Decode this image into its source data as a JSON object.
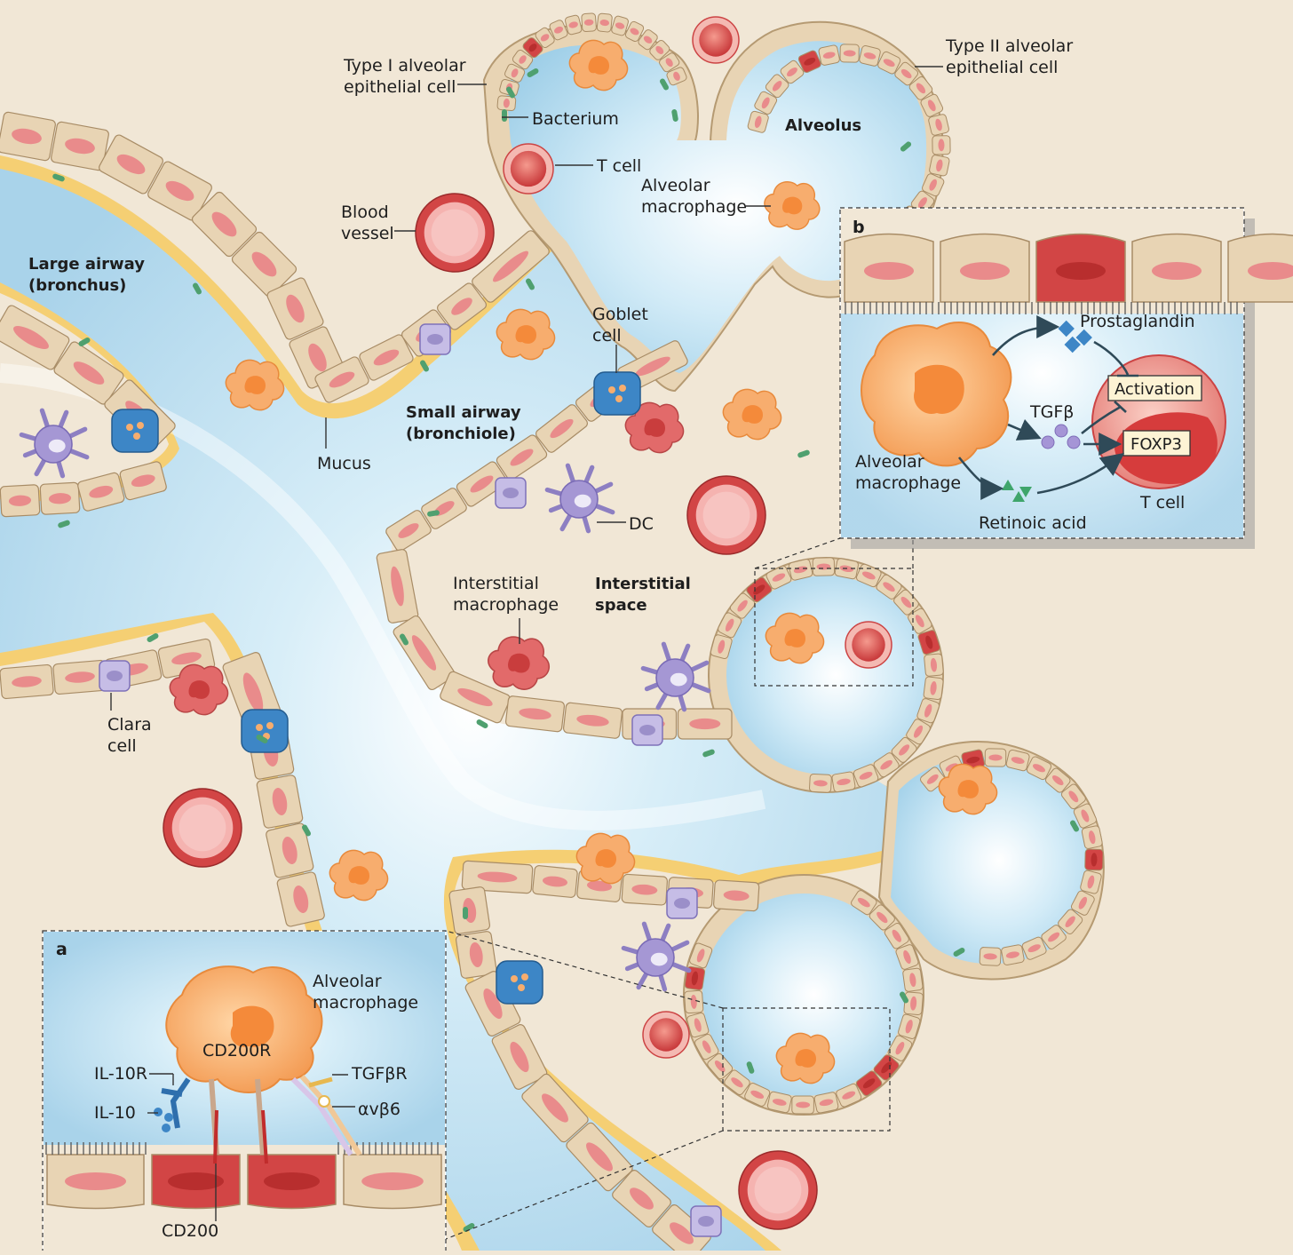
{
  "labels": {
    "type1_cell": [
      "Type I alveolar",
      "epithelial cell"
    ],
    "type2_cell": [
      "Type II alveolar",
      "epithelial cell"
    ],
    "bacterium": "Bacterium",
    "t_cell": "T cell",
    "alveolus": "Alveolus",
    "alveolar_macrophage": [
      "Alveolar",
      "macrophage"
    ],
    "blood_vessel": [
      "Blood",
      "vessel"
    ],
    "large_airway": [
      "Large airway",
      "(bronchus)"
    ],
    "goblet_cell": [
      "Goblet",
      "cell"
    ],
    "small_airway": [
      "Small airway",
      "(bronchiole)"
    ],
    "mucus": "Mucus",
    "dc": "DC",
    "interstitial_macrophage": [
      "Interstitial",
      "macrophage"
    ],
    "interstitial_space": [
      "Interstitial",
      "space"
    ],
    "clara_cell": [
      "Clara",
      "cell"
    ]
  },
  "panel_b": {
    "letter": "b",
    "prostaglandin": "Prostaglandin",
    "activation": "Activation",
    "tgfb": "TGFβ",
    "foxp3": "FOXP3",
    "macrophage": [
      "Alveolar",
      "macrophage"
    ],
    "retinoic_acid": "Retinoic acid",
    "t_cell": "T cell"
  },
  "panel_a": {
    "letter": "a",
    "macrophage": [
      "Alveolar",
      "macrophage"
    ],
    "cd200r": "CD200R",
    "il10r": "IL-10R",
    "il10": "IL-10",
    "tgfbr": "TGFβR",
    "avb6": "αvβ6",
    "cd200": "CD200"
  },
  "colors": {
    "background": "#f1e7d6",
    "lumen": "#bfe0f0",
    "epithelium": "#e8d4b4",
    "nucleus": "#e98b8b",
    "macrophage": "#f7ad6e",
    "t_cell": "#d9534f",
    "dendritic_cell": "#9b8fc9",
    "goblet": "#3d86c6",
    "mucus_layer": "#f5cf73"
  }
}
